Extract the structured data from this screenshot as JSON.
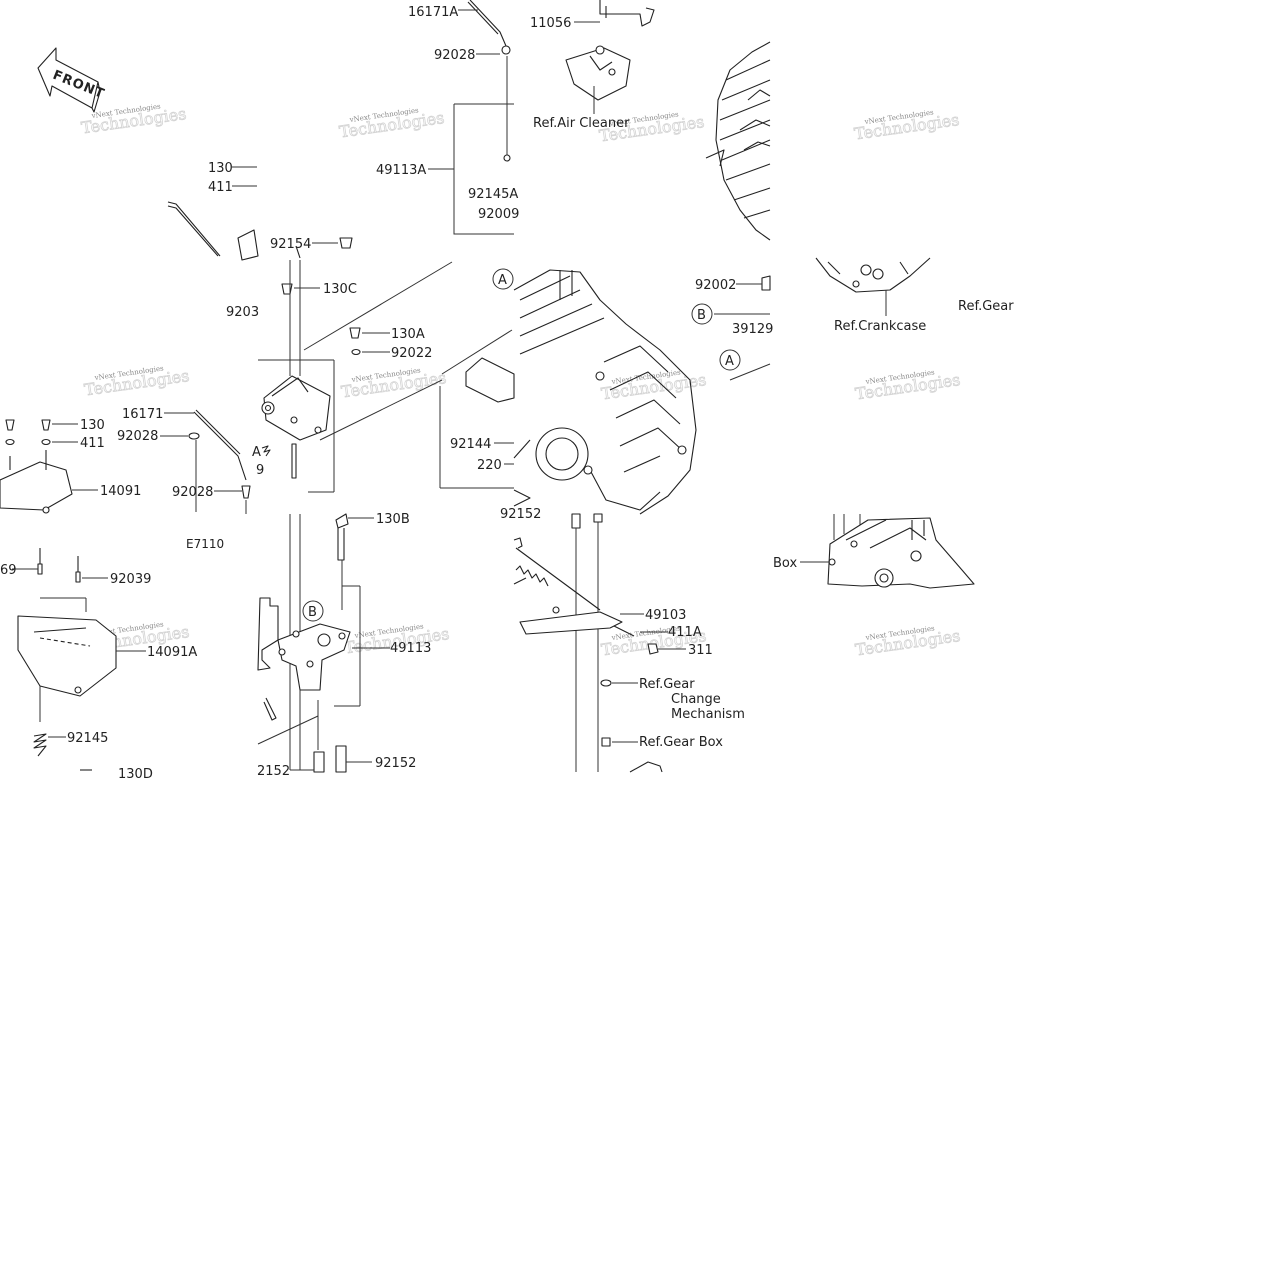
{
  "diagram": {
    "front_label": "FRONT",
    "watermark_text": "vNext Technologies",
    "watermark_big": "Technologies",
    "figure_code": "E7110",
    "callouts": {
      "c16171A": "16171A",
      "c11056": "11056",
      "c92028_top": "92028",
      "refAirCleaner": "Ref.Air Cleaner",
      "c130_top": "130",
      "c411_top": "411",
      "c49113A": "49113A",
      "c92145A": "92145A",
      "c92009": "92009",
      "c92154": "92154",
      "c130C": "130C",
      "c9203": "9203",
      "c130A": "130A",
      "c92022": "92022",
      "circA_1": "A",
      "c92002": "92002",
      "circB_1": "B",
      "c39129": "39129",
      "refCrankcase": "Ref.Crankcase",
      "refGear_right": "Ref.Gear",
      "circA_2": "A",
      "c130_left": "130",
      "c411_left": "411",
      "c16171": "16171",
      "c92028_left": "92028",
      "c14091": "14091",
      "c92028_low": "92028",
      "c92144": "92144",
      "c220": "220",
      "cA_partial": "A",
      "c9_partial": "9",
      "c92152_top": "92152",
      "c130B": "130B",
      "box": "Box",
      "c69_partial": "69",
      "c92039": "92039",
      "circB_2": "B",
      "c49103": "49103",
      "c411A": "411A",
      "c14091A": "14091A",
      "c49113": "49113",
      "c311": "311",
      "refGearChange_1": "Ref.Gear",
      "refGearChange_2": "Change",
      "refGearChange_3": "Mechanism",
      "c92145": "92145",
      "refGearBox": "Ref.Gear Box",
      "c92152_a": "2152",
      "c92152_b": "92152",
      "c130D_partial": "130D"
    }
  }
}
